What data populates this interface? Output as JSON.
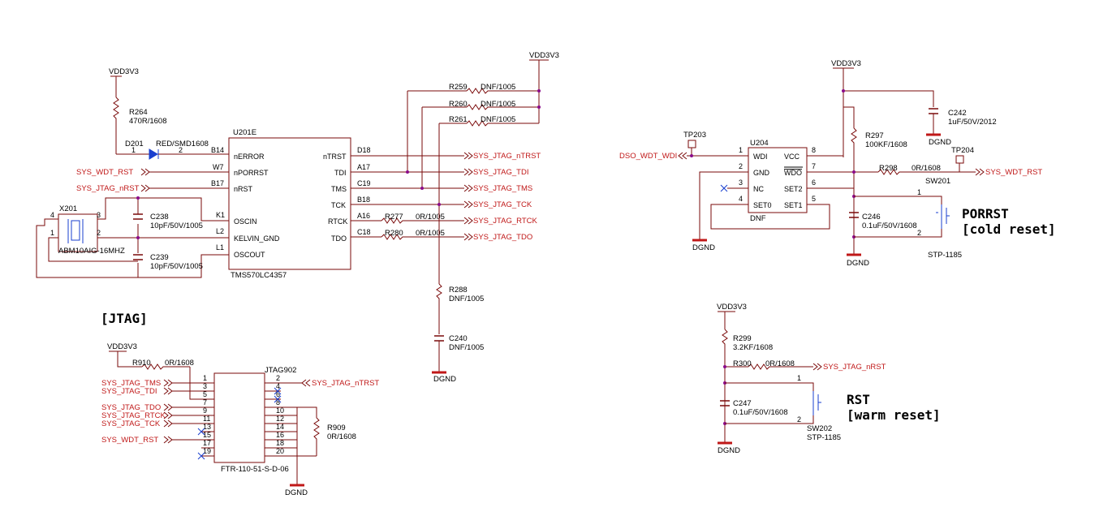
{
  "nets": {
    "vdd": "VDD3V3",
    "dgnd": "DGND",
    "sys_wdt_rst": "SYS_WDT_RST",
    "sys_jtag_nrst": "SYS_JTAG_nRST",
    "sys_jtag_ntrst": "SYS_JTAG_nTRST",
    "sys_jtag_tdi": "SYS_JTAG_TDI",
    "sys_jtag_tms": "SYS_JTAG_TMS",
    "sys_jtag_tck": "SYS_JTAG_TCK",
    "sys_jtag_rtck": "SYS_JTAG_RTCK",
    "sys_jtag_tdo": "SYS_JTAG_TDO",
    "dso_wdt_wdi": "DSO_WDT_WDI"
  },
  "mcu": {
    "ref": "U201E",
    "part": "TMS570LC4357",
    "left_pins": [
      {
        "num": "B14",
        "name": "nERROR"
      },
      {
        "num": "W7",
        "name": "nPORRST"
      },
      {
        "num": "B17",
        "name": "nRST"
      },
      {
        "num": "K1",
        "name": "OSCIN"
      },
      {
        "num": "L2",
        "name": "KELVIN_GND"
      },
      {
        "num": "L1",
        "name": "OSCOUT"
      }
    ],
    "right_pins": [
      {
        "num": "D18",
        "name": "nTRST"
      },
      {
        "num": "A17",
        "name": "TDI"
      },
      {
        "num": "C19",
        "name": "TMS"
      },
      {
        "num": "B18",
        "name": "TCK"
      },
      {
        "num": "A16",
        "name": "RTCK"
      },
      {
        "num": "C18",
        "name": "TDO"
      }
    ]
  },
  "r264": {
    "ref": "R264",
    "val": "470R/1608"
  },
  "d201": {
    "ref": "D201",
    "val": "RED/SMD1608",
    "pin1": "1",
    "pin2": "2"
  },
  "x201": {
    "ref": "X201",
    "val": "ABM10AIG-16MHZ",
    "pin1": "1",
    "pin2": "2",
    "pin3": "3",
    "pin4": "4"
  },
  "c238": {
    "ref": "C238",
    "val": "10pF/50V/1005"
  },
  "c239": {
    "ref": "C239",
    "val": "10pF/50V/1005"
  },
  "r259": {
    "ref": "R259",
    "val": "DNF/1005"
  },
  "r260": {
    "ref": "R260",
    "val": "DNF/1005"
  },
  "r261": {
    "ref": "R261",
    "val": "DNF/1005"
  },
  "r277": {
    "ref": "R277",
    "val": "0R/1005"
  },
  "r280": {
    "ref": "R280",
    "val": "0R/1005"
  },
  "r288": {
    "ref": "R288",
    "val": "DNF/1005"
  },
  "c240": {
    "ref": "C240",
    "val": "DNF/1005"
  },
  "jtag_title": "[JTAG]",
  "r910": {
    "ref": "R910",
    "val": "0R/1608"
  },
  "jtag902": {
    "ref": "JTAG902",
    "part": "FTR-110-51-S-D-06",
    "left": [
      "1",
      "3",
      "5",
      "7",
      "9",
      "11",
      "13",
      "15",
      "17",
      "19"
    ],
    "right": [
      "2",
      "4",
      "6",
      "8",
      "10",
      "12",
      "14",
      "16",
      "18",
      "20"
    ]
  },
  "r909": {
    "ref": "R909",
    "val": "0R/1608"
  },
  "tp203": {
    "ref": "TP203"
  },
  "tp204": {
    "ref": "TP204"
  },
  "u204": {
    "ref": "U204",
    "part": "DNF",
    "left_pins": [
      {
        "num": "1",
        "name": "WDI"
      },
      {
        "num": "2",
        "name": "GND"
      },
      {
        "num": "3",
        "name": "NC"
      },
      {
        "num": "4",
        "name": "SET0"
      }
    ],
    "right_pins": [
      {
        "num": "8",
        "name": "VCC"
      },
      {
        "num": "7",
        "name": "WDO"
      },
      {
        "num": "6",
        "name": "SET2"
      },
      {
        "num": "5",
        "name": "SET1"
      }
    ]
  },
  "r297": {
    "ref": "R297",
    "val": "100KF/1608"
  },
  "c242": {
    "ref": "C242",
    "val": "1uF/50V/2012"
  },
  "r298": {
    "ref": "R298",
    "val": "0R/1608"
  },
  "sw201": {
    "ref": "SW201",
    "val": "STP-1185",
    "pin1": "1",
    "pin2": "2"
  },
  "c246": {
    "ref": "C246",
    "val": "0.1uF/50V/1608"
  },
  "porrst_title": "PORRST",
  "porrst_sub": "[cold reset]",
  "r299": {
    "ref": "R299",
    "val": "3.2KF/1608"
  },
  "r300": {
    "ref": "R300",
    "val": "0R/1608"
  },
  "c247": {
    "ref": "C247",
    "val": "0.1uF/50V/1608"
  },
  "sw202": {
    "ref": "SW202",
    "val": "STP-1185",
    "pin1": "1",
    "pin2": "2"
  },
  "rst_title": "RST",
  "rst_sub": "[warm reset]"
}
